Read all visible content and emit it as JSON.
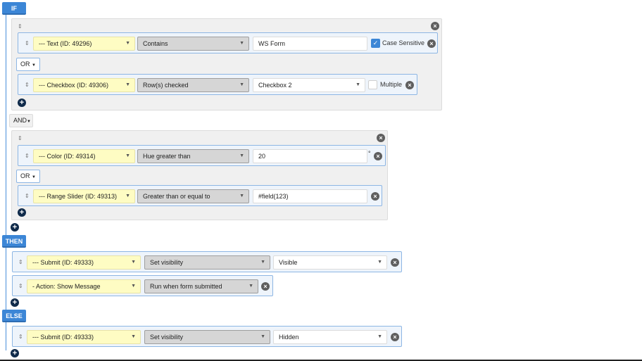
{
  "sections": {
    "if_label": "IF",
    "then_label": "THEN",
    "else_label": "ELSE"
  },
  "if_groups": [
    {
      "conditions": [
        {
          "field": "--- Text (ID: 49296)",
          "operator": "Contains",
          "value": "WS Form",
          "value_type": "input",
          "option_label": "Case Sensitive",
          "option_checked": true
        },
        {
          "field": "--- Checkbox (ID: 49306)",
          "operator": "Row(s) checked",
          "value": "Checkbox 2",
          "value_type": "select",
          "option_label": "Multiple",
          "option_checked": false
        }
      ],
      "connector": "OR"
    },
    {
      "conditions": [
        {
          "field": "--- Color (ID: 49314)",
          "operator": "Hue greater than",
          "value": "20",
          "value_type": "input",
          "unit": "°"
        },
        {
          "field": "--- Range Slider (ID: 49313)",
          "operator": "Greater than or equal to",
          "value": "#field(123)",
          "value_type": "input"
        }
      ],
      "connector": "OR"
    }
  ],
  "group_connector": "AND",
  "then_actions": [
    {
      "object": "--- Submit (ID: 49333)",
      "action": "Set visibility",
      "value": "Visible"
    },
    {
      "object": "- Action: Show Message",
      "action": "Run when form submitted"
    }
  ],
  "else_actions": [
    {
      "object": "--- Submit (ID: 49333)",
      "action": "Set visibility",
      "value": "Hidden"
    }
  ],
  "icons": {
    "sort": "⇕",
    "caret": "▾",
    "close": "×",
    "add": "+",
    "check": "✓"
  },
  "colors": {
    "accent": "#3c86d6",
    "field_bg": "#fefcc3",
    "operator_bg": "#d6d6d6",
    "row_bg": "#eef4fb",
    "group_bg": "#f0f0f0"
  }
}
